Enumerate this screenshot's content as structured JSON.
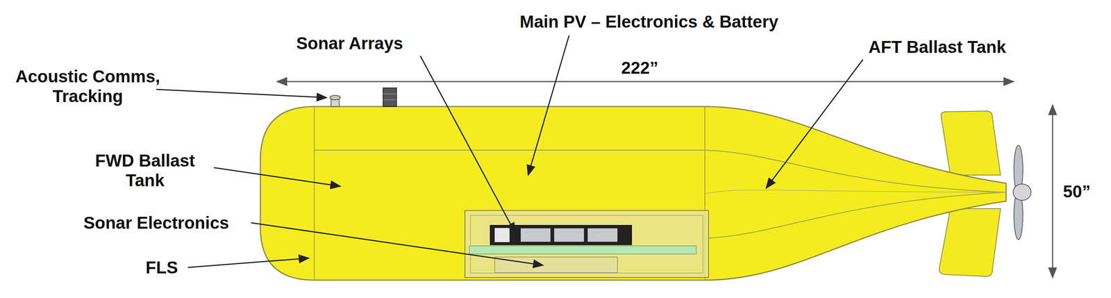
{
  "diagram": {
    "labels": [
      "Acoustic Comms, Tracking",
      "FWD Ballast Tank",
      "Sonar Electronics",
      "FLS",
      "Sonar Arrays",
      "Main PV – Electronics & Battery",
      "AFT Ballast Tank",
      "222”",
      "50”"
    ]
  }
}
